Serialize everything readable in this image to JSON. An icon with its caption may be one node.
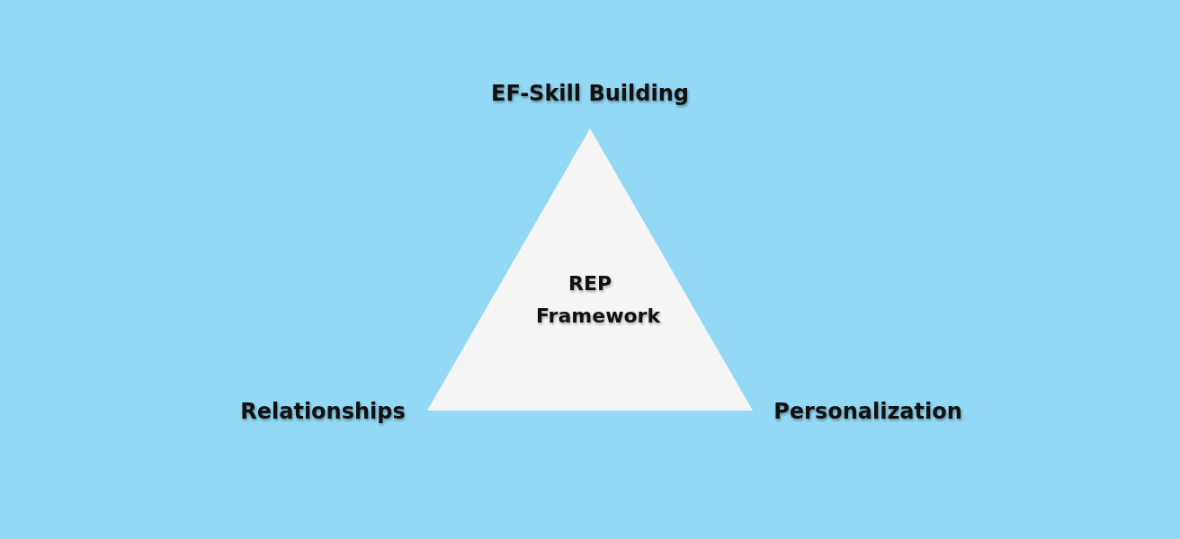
{
  "diagram": {
    "nodes": [
      {
        "text": [
          "REP Framework"
        ]
      }
    ],
    "edges": [],
    "labels": [
      "EF-Skill Building",
      "Relationships",
      "Personalization"
    ]
  }
}
